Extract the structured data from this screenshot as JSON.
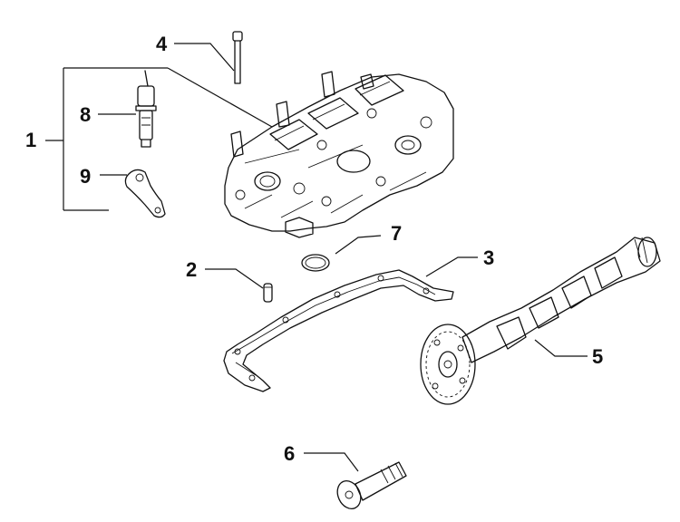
{
  "diagram": {
    "highlight_color": "#FFF200",
    "callouts": [
      {
        "id": "c1",
        "label": "1"
      },
      {
        "id": "c2",
        "label": "2"
      },
      {
        "id": "c3",
        "label": "3"
      },
      {
        "id": "c4",
        "label": "4"
      },
      {
        "id": "c5",
        "label": "5"
      },
      {
        "id": "c6",
        "label": "6"
      },
      {
        "id": "c7",
        "label": "7"
      },
      {
        "id": "c8",
        "label": "8"
      },
      {
        "id": "c9",
        "label": "9"
      }
    ]
  }
}
